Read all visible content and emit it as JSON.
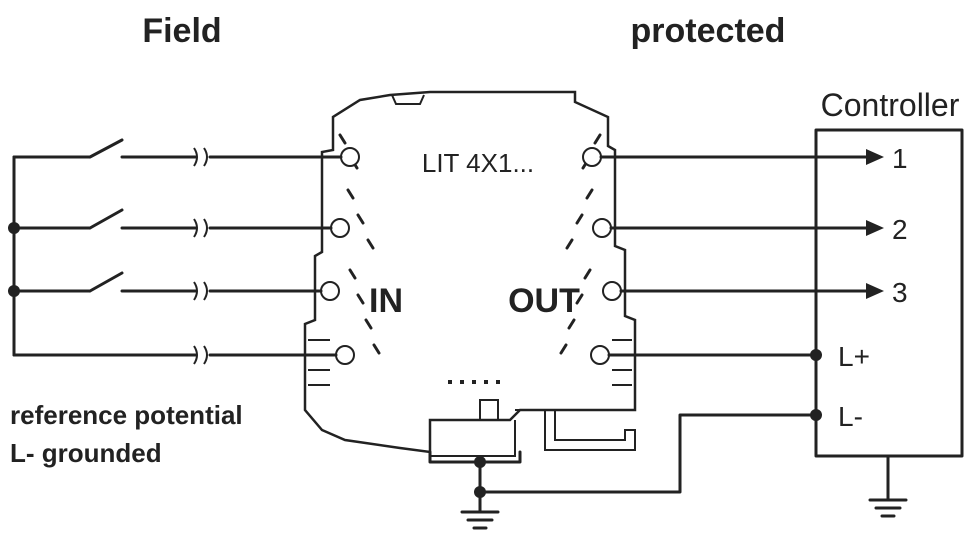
{
  "labels": {
    "field": "Field",
    "protected": "protected",
    "controller": "Controller",
    "device": "LIT 4X1...",
    "in": "IN",
    "out": "OUT",
    "reference_line1": "reference potential",
    "reference_line2": "L- grounded"
  },
  "controller_inputs": [
    "1",
    "2",
    "3",
    "L+",
    "L-"
  ],
  "colors": {
    "line": "#222222",
    "background": "#ffffff"
  }
}
